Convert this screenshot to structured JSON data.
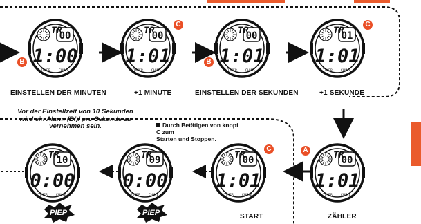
{
  "captions": {
    "minutes": "EINSTELLEN DER MINUTEN",
    "plus_minute": "+1 MINUTE",
    "seconds": "EINSTELLEN DER SEKUNDEN",
    "plus_second": "+1 SEKUNDE",
    "start": "START",
    "counter": "ZÄHLER"
  },
  "note": {
    "line1": "Vor der Einstellzeit von 10 Sekunden",
    "line2": "wird ein Alarm (Bl)/ pro Sekunde zu",
    "line3": "vernehmen sein."
  },
  "hint": {
    "line1": "Durch Betätigen von knopf C zum",
    "line2": "Starten und Stoppen."
  },
  "badges": {
    "a": "A",
    "b": "B",
    "c": "C"
  },
  "beep_label": "PIEP",
  "watches": [
    {
      "id": "w1",
      "top": "TR",
      "right": "00",
      "main": "1:00",
      "button": "B"
    },
    {
      "id": "w2",
      "top": "TR",
      "right": "00",
      "main": "1:01",
      "button": "C"
    },
    {
      "id": "w3",
      "top": "TR",
      "right": "00",
      "main": "1:01",
      "button": "B"
    },
    {
      "id": "w4",
      "top": "TR",
      "right": "01",
      "main": "1:01",
      "button": "C"
    },
    {
      "id": "w5",
      "top": "TR",
      "right": "10",
      "main": "0:00",
      "button": ""
    },
    {
      "id": "w6",
      "top": "TR",
      "right": "09",
      "main": "0:00",
      "button": ""
    },
    {
      "id": "w7",
      "top": "TR",
      "right": "00",
      "main": "1:01",
      "button": "C"
    },
    {
      "id": "w8",
      "top": "TR",
      "right": "00",
      "main": "1:01",
      "button": "A"
    }
  ],
  "bezel_labels": {
    "left": "TIMER",
    "right": "CHIME"
  },
  "colors": {
    "accent": "#ea4f26",
    "ink": "#111111"
  }
}
